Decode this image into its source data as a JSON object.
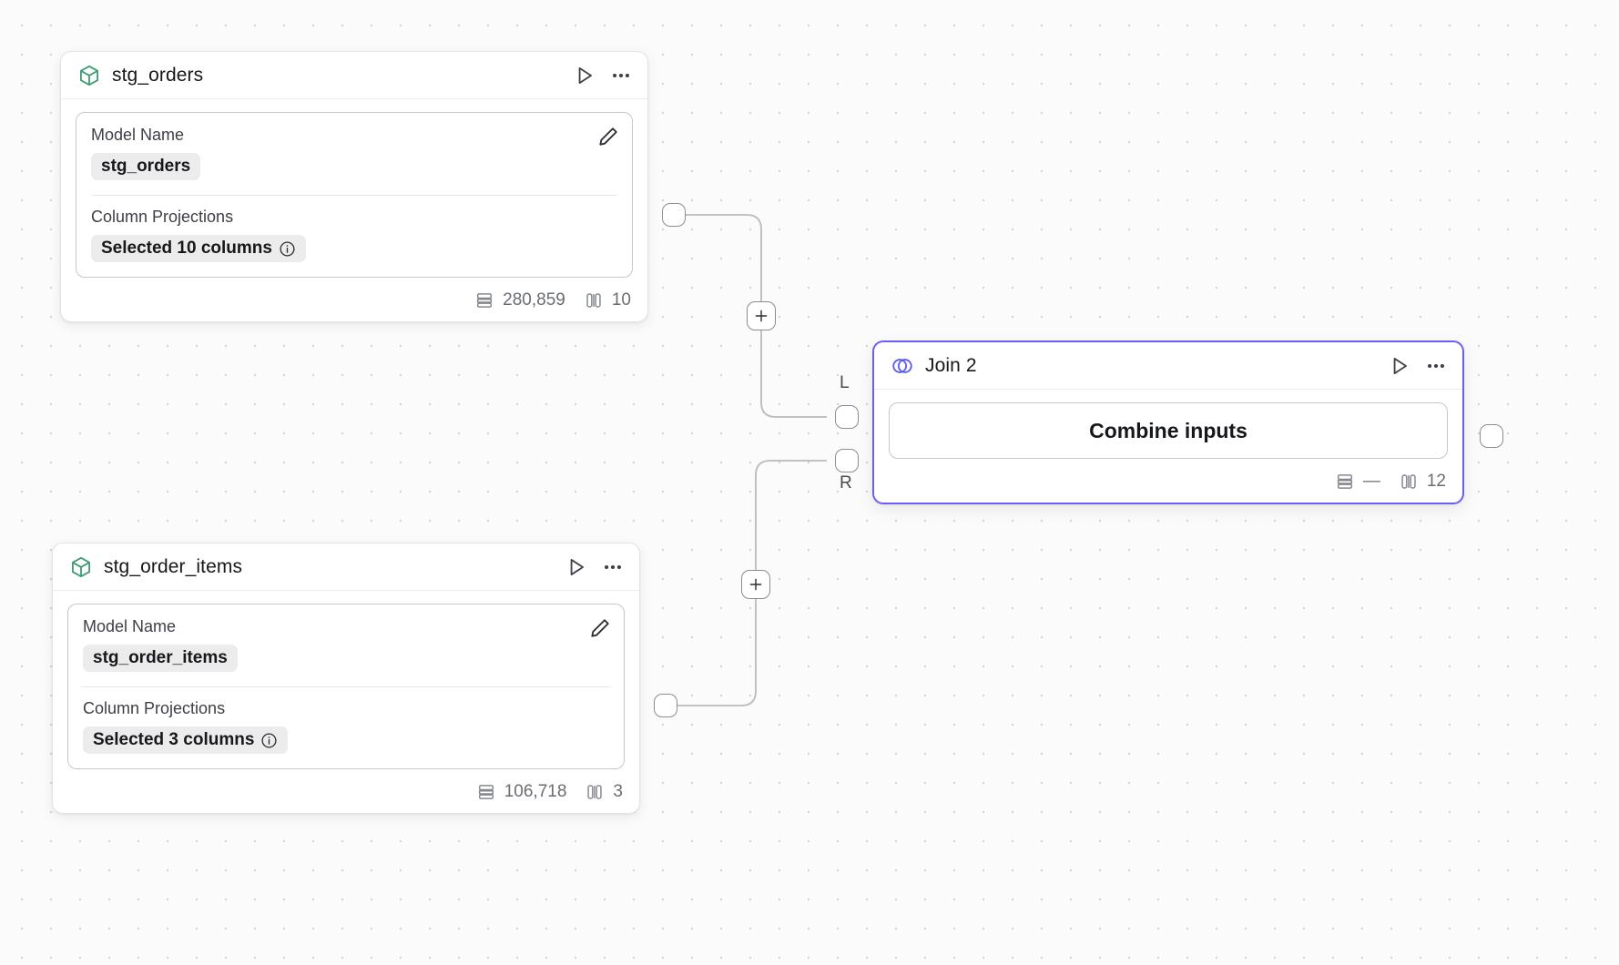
{
  "canvas": {
    "background_color": "#fbfbfb",
    "grid_dot_color": "#cfcfd4",
    "accent_color": "#6c5ef5",
    "model_icon_color": "#3f9c73"
  },
  "nodes": [
    {
      "id": "stg_orders",
      "icon": "cube-icon",
      "title": "stg_orders",
      "run_label": "Run",
      "menu_label": "More options",
      "fields": {
        "model_name_label": "Model Name",
        "model_name_value": "stg_orders",
        "column_projections_label": "Column Projections",
        "column_projections_value": "Selected 10 columns"
      },
      "edit_label": "Edit",
      "stats": {
        "rows": "280,859",
        "columns": "10"
      }
    },
    {
      "id": "stg_order_items",
      "icon": "cube-icon",
      "title": "stg_order_items",
      "run_label": "Run",
      "menu_label": "More options",
      "fields": {
        "model_name_label": "Model Name",
        "model_name_value": "stg_order_items",
        "column_projections_label": "Column Projections",
        "column_projections_value": "Selected 3 columns"
      },
      "edit_label": "Edit",
      "stats": {
        "rows": "106,718",
        "columns": "3"
      }
    },
    {
      "id": "join_2",
      "icon": "venn-join-icon",
      "title": "Join 2",
      "run_label": "Run",
      "menu_label": "More options",
      "body_button_label": "Combine inputs",
      "selected": true,
      "input_ports": [
        {
          "label": "L",
          "name": "left"
        },
        {
          "label": "R",
          "name": "right"
        }
      ],
      "stats": {
        "rows": "—",
        "columns": "12"
      }
    }
  ],
  "edges": [
    {
      "from": "stg_orders",
      "to": "join_2.L",
      "add_button_label": "+"
    },
    {
      "from": "stg_order_items",
      "to": "join_2.R",
      "add_button_label": "+"
    }
  ]
}
